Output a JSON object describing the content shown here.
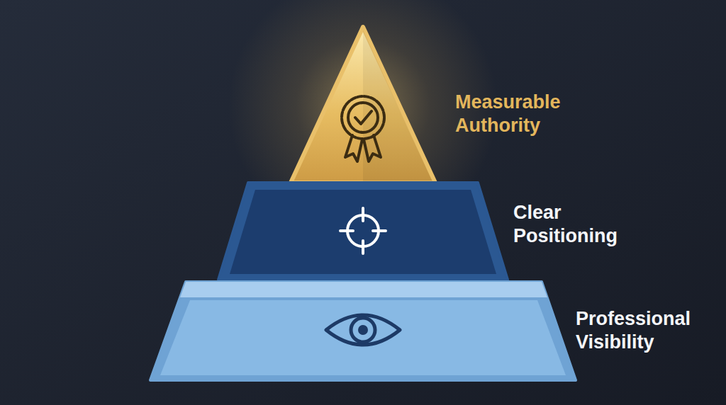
{
  "diagram": {
    "nodes": [
      {
        "text": [
          "Measurable Authority"
        ]
      },
      {
        "text": [
          "Clear Positioning"
        ]
      },
      {
        "text": [
          "Professional Visibility"
        ]
      }
    ]
  }
}
